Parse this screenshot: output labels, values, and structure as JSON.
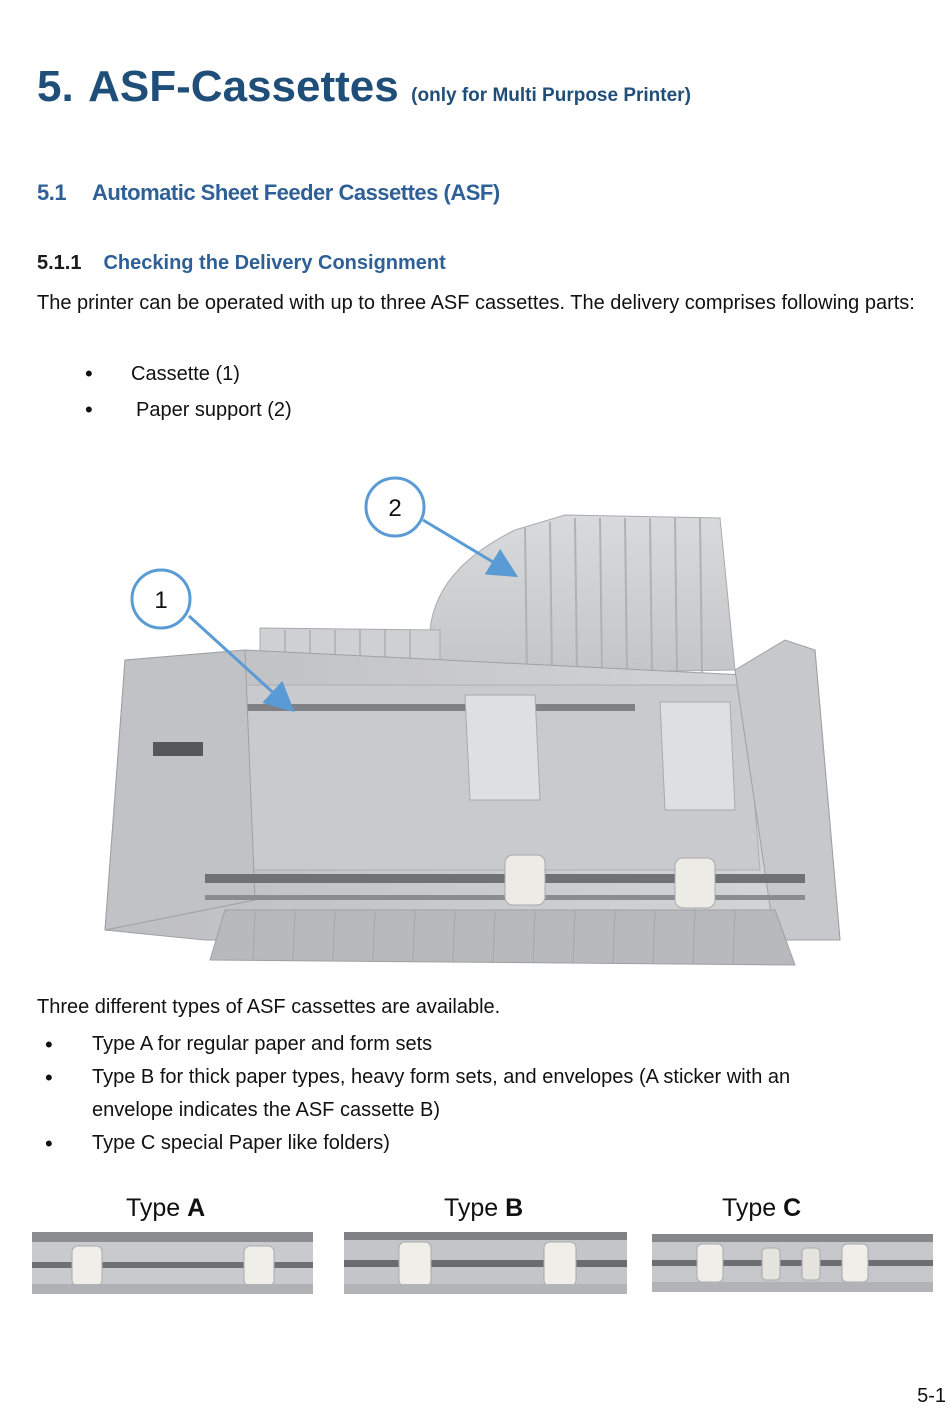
{
  "heading": {
    "number": "5.",
    "title": "ASF-Cassettes",
    "subtitle": "(only for Multi Purpose Printer)"
  },
  "section": {
    "number": "5.1",
    "title": "Automatic Sheet Feeder Cassettes (ASF)"
  },
  "subsection": {
    "number": "5.1.1",
    "title": "Checking the Delivery Consignment"
  },
  "intro": "The printer can be operated with up to three ASF cassettes. The delivery comprises following parts:",
  "parts": [
    "Cassette (1)",
    "Paper support (2)"
  ],
  "figure": {
    "callout_1": "1",
    "callout_2": "2"
  },
  "types_intro": "Three different types of ASF cassettes are available.",
  "types_list": [
    "Type A for regular paper and form sets",
    "Type B for thick paper types, heavy form sets, and envelopes (A sticker with an envelope indicates the ASF cassette B)",
    "Type C special Paper like folders)"
  ],
  "type_labels": {
    "prefix": "Type",
    "a": "A",
    "b": "B",
    "c": "C"
  },
  "page_number": "5-1",
  "colors": {
    "heading": "#1f4e79",
    "section": "#2e5f96",
    "callout": "#5b9bd5"
  }
}
